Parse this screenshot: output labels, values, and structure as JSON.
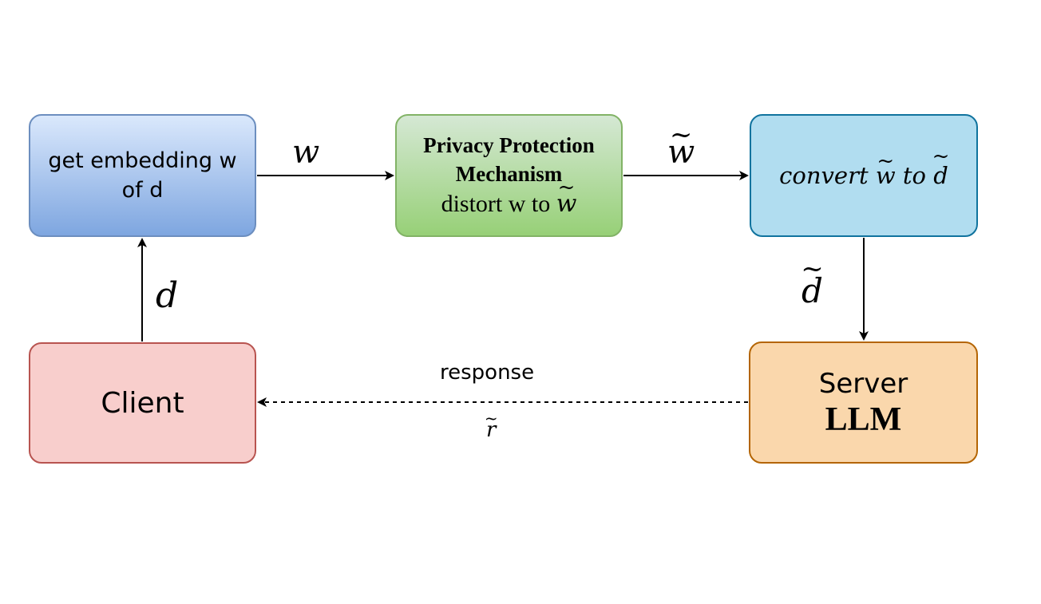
{
  "nodes": {
    "embedding": {
      "line1": "get embedding w",
      "line2": "of d"
    },
    "privacy": {
      "title_line1": "Privacy Protection",
      "title_line2": "Mechanism",
      "subtitle_prefix": "distort w to",
      "subtitle_var": "w"
    },
    "convert": {
      "prefix": "convert",
      "var1": "w",
      "mid": "to",
      "var2": "d"
    },
    "client": {
      "label": "Client"
    },
    "server": {
      "line1": "Server",
      "line2": "LLM"
    }
  },
  "edges": {
    "embed_to_privacy": {
      "label": "w"
    },
    "privacy_to_convert": {
      "label": "w"
    },
    "convert_to_server": {
      "label": "d"
    },
    "client_to_embed": {
      "label": "d"
    },
    "server_to_client": {
      "label_top": "response",
      "label_bottom": "r"
    }
  }
}
